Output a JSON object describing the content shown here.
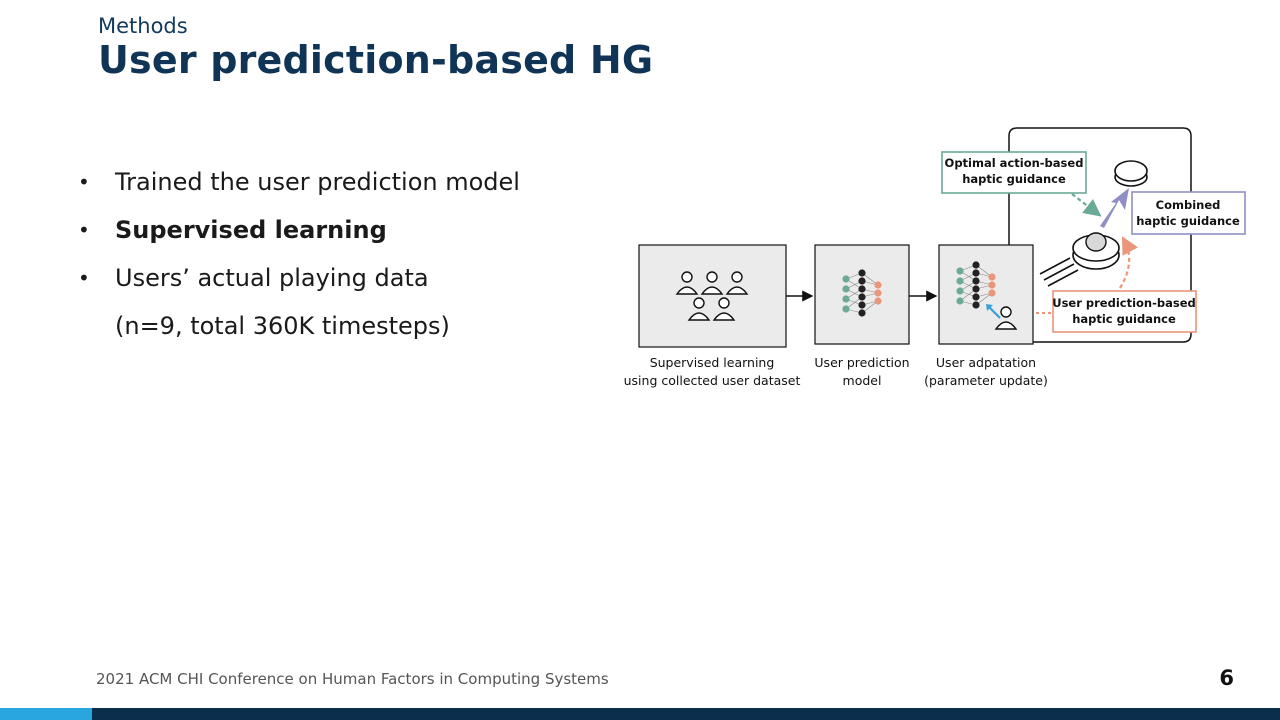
{
  "header": {
    "section": "Methods",
    "title": "User prediction-based HG"
  },
  "bullets": [
    {
      "text": "Trained the user prediction model"
    },
    {
      "text": "Supervised learning"
    },
    {
      "text": "Users’ actual playing data"
    },
    {
      "text": "(n=9, total 360K timesteps)"
    }
  ],
  "diagram": {
    "boxes": {
      "supervised_line1": "Supervised learning",
      "supervised_line2": "using collected user dataset",
      "prediction_line1": "User prediction",
      "prediction_line2": "model",
      "adaptation_line1": "User adpatation",
      "adaptation_line2": "(parameter update)"
    },
    "labels": {
      "optimal_line1": "Optimal action-based",
      "optimal_line2": "haptic guidance",
      "combined_line1": "Combined",
      "combined_line2": "haptic guidance",
      "userpred_line1": "User prediction-based",
      "userpred_line2": "haptic guidance"
    },
    "colors": {
      "green": "#6aaa96",
      "salmon": "#e9967a",
      "lavender": "#8f8fc6",
      "blue_arrow": "#3aa0d8",
      "box_fill": "#ebebeb"
    }
  },
  "footer": {
    "conference": "2021 ACM CHI Conference on Human Factors in Computing Systems",
    "page": "6"
  }
}
